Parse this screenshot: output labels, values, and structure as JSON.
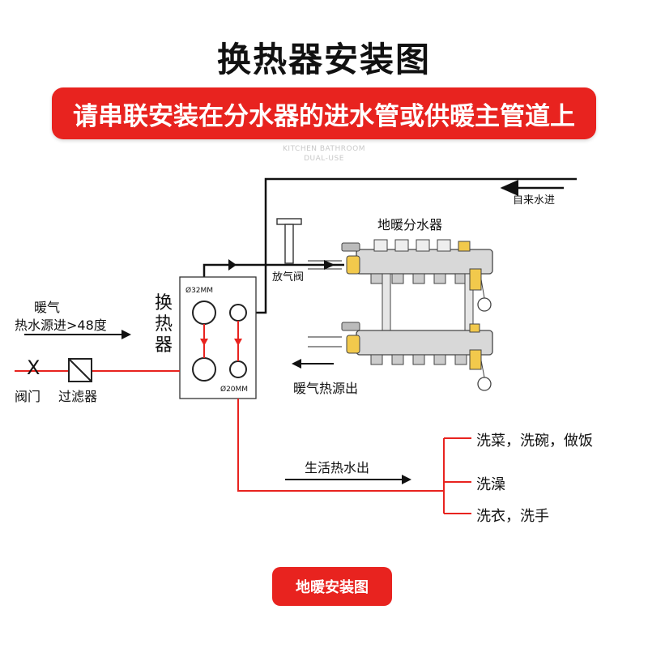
{
  "title": "换热器安装图",
  "banner": "请串联安装在分水器的进水管或供暖主管道上",
  "watermark": [
    "KITCHEN BATHROOM",
    "DUAL-USE"
  ],
  "labels": {
    "tap_water_in": "自来水进",
    "manifold": "地暖分水器",
    "vent_valve": "放气阀",
    "heating": "暖气",
    "heat_source_in": "热水源进>48度",
    "heat_exchanger": "换热器",
    "d32": "Ø32MM",
    "d20": "Ø20MM",
    "valve_symbol": "X",
    "valve": "阀门",
    "filter": "过滤器",
    "heat_source_out": "暖气热源出",
    "hot_water_out": "生活热水出",
    "use1": "洗菜，洗碗，做饭",
    "use2": "洗澡",
    "use3": "洗衣，洗手"
  },
  "footer_button": "地暖安装图",
  "colors": {
    "accent": "#e8231f",
    "line": "#111111",
    "red_pipe": "#e8231f"
  }
}
